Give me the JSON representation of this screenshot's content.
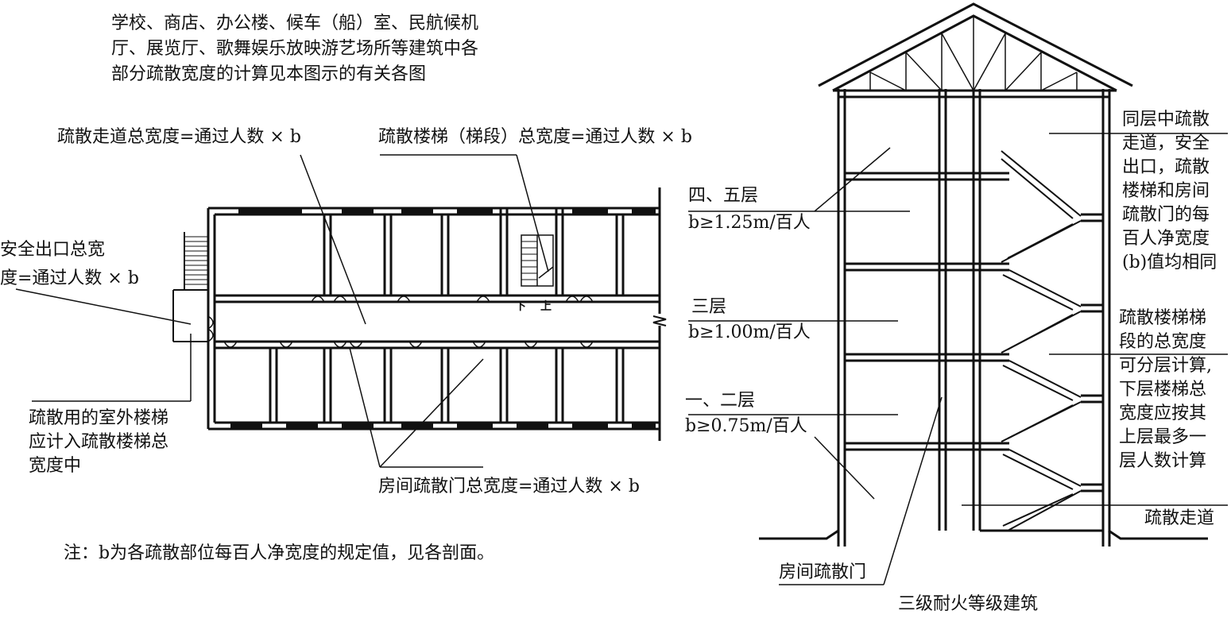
{
  "intro": {
    "line1": "学校、商店、办公楼、候车（船）室、民航候机",
    "line2": "厅、展览厅、歌舞娱乐放映游艺场所等建筑中各",
    "line3": "部分疏散宽度的计算见本图示的有关各图"
  },
  "plan_labels": {
    "corridor_total_width": "疏散走道总宽度=通过人数 × b",
    "stair_total_width": "疏散楼梯（梯段）总宽度=通过人数 × b",
    "exit_total_width_line1": "安全出口总宽",
    "exit_total_width_line2": "度=通过人数 × b",
    "outdoor_stair_line1": "疏散用的室外楼梯",
    "outdoor_stair_line2": "应计入疏散楼梯总",
    "outdoor_stair_line3": "宽度中",
    "room_door_total_width": "房间疏散门总宽度=通过人数 × b",
    "stair_down": "下",
    "stair_up": "上"
  },
  "note": "注：b为各疏散部位每百人净宽度的规定值，见各剖面。",
  "section_labels": {
    "floors_4_5": "四、五层",
    "floors_4_5_value": "b≥1.25m/百人",
    "floor_3": "三层",
    "floor_3_value": "b≥1.00m/百人",
    "floors_1_2": "一、二层",
    "floors_1_2_value": "b≥0.75m/百人",
    "same_floor_note": [
      "同层中疏散",
      "走道，安全",
      "出口，疏散",
      "楼梯和房间",
      "疏散门的每",
      "百人净宽度",
      "(b)值均相同"
    ],
    "stair_segment_note": [
      "疏散楼梯梯",
      "段的总宽度",
      "可分层计算,",
      "下层楼梯总",
      "宽度应按其",
      "上层最多一",
      "层人数计算"
    ],
    "evac_corridor": "疏散走道",
    "room_evac_door": "房间疏散门",
    "caption": "三级耐火等级建筑"
  }
}
